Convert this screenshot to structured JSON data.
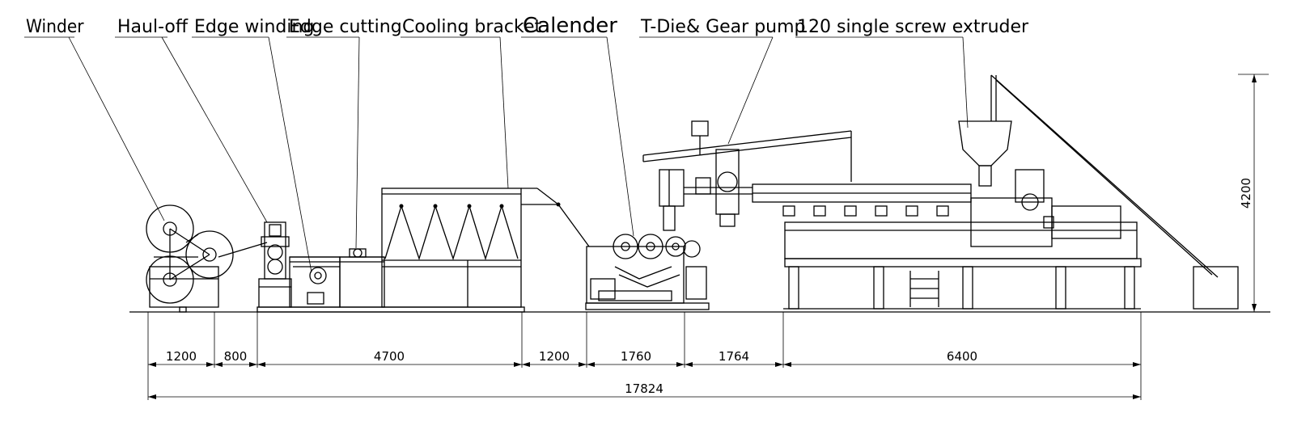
{
  "labels": {
    "winder": "Winder",
    "haul_off": "Haul-off",
    "edge_winding": "Edge winding",
    "edge_cutting": "Edge cutting",
    "cooling_bracket": "Cooling bracket",
    "calender": "Calender",
    "t_die_gear_pump": "T-Die& Gear pump",
    "extruder": "120 single screw extruder"
  },
  "dimensions": {
    "segments": [
      "1200",
      "800",
      "4700",
      "1200",
      "1760",
      "1764",
      "6400"
    ],
    "total_length": "17824",
    "height": "4200"
  },
  "colors": {
    "line": "#000000",
    "background": "#ffffff"
  }
}
